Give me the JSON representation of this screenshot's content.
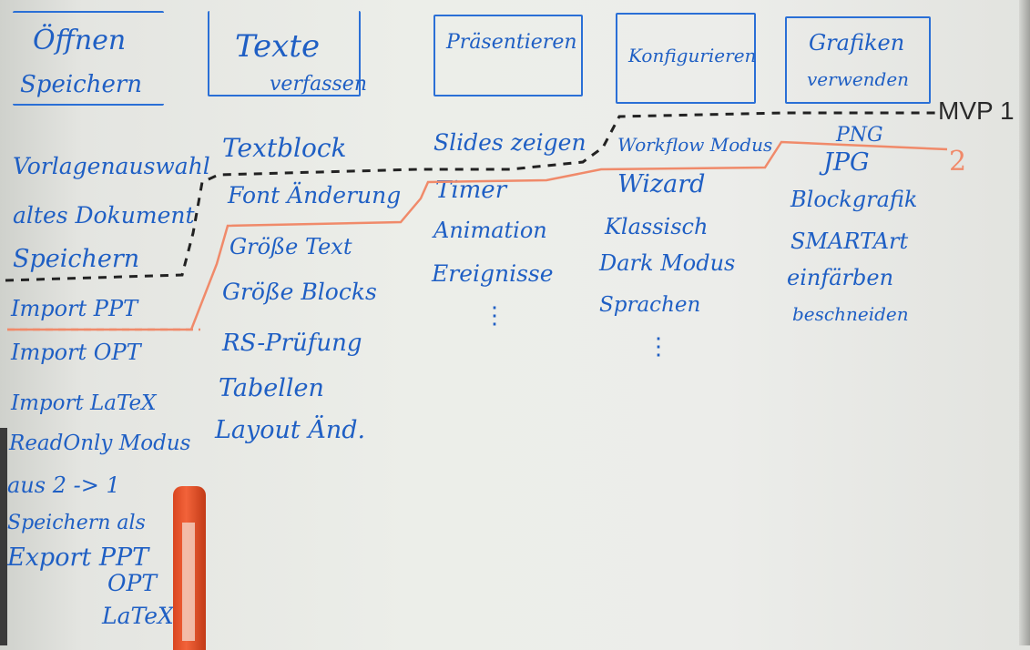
{
  "headers": [
    {
      "lines": [
        "Öffnen",
        "Speichern"
      ]
    },
    {
      "lines": [
        "Texte",
        "verfassen"
      ]
    },
    {
      "lines": [
        "Präsentieren"
      ]
    },
    {
      "lines": [
        "Konfigurieren"
      ]
    },
    {
      "lines": [
        "Grafiken",
        "verwenden"
      ]
    }
  ],
  "mvp_label": "MVP 1",
  "mvp2_label": "2",
  "col1": [
    "Vorlagenauswahl",
    "altes Dokument",
    "Speichern",
    "Import PPT",
    "Import OPT",
    "Import LaTeX",
    "ReadOnly Modus",
    "aus 2 -> 1",
    "Speichern als",
    "Export PPT",
    "OPT",
    "LaTeX"
  ],
  "col2": [
    "Textblock",
    "Font Änderung",
    "Größe Text",
    "Größe Blocks",
    "RS-Prüfung",
    "Tabellen",
    "Layout Änd."
  ],
  "col3": [
    "Slides zeigen",
    "Timer",
    "Animation",
    "Ereignisse",
    "⋮"
  ],
  "col4": [
    "Workflow Modus",
    "Wizard",
    "Klassisch",
    "Dark Modus",
    "Sprachen",
    "⋮"
  ],
  "col5": [
    "PNG",
    "JPG",
    "Blockgrafik",
    "SMARTArt",
    "einfärben",
    "beschneiden"
  ],
  "colors": {
    "marker_blue": "#1f5fc4",
    "marker_red": "#f08a6a",
    "marker_black": "#222222",
    "board": "#eceee9"
  }
}
